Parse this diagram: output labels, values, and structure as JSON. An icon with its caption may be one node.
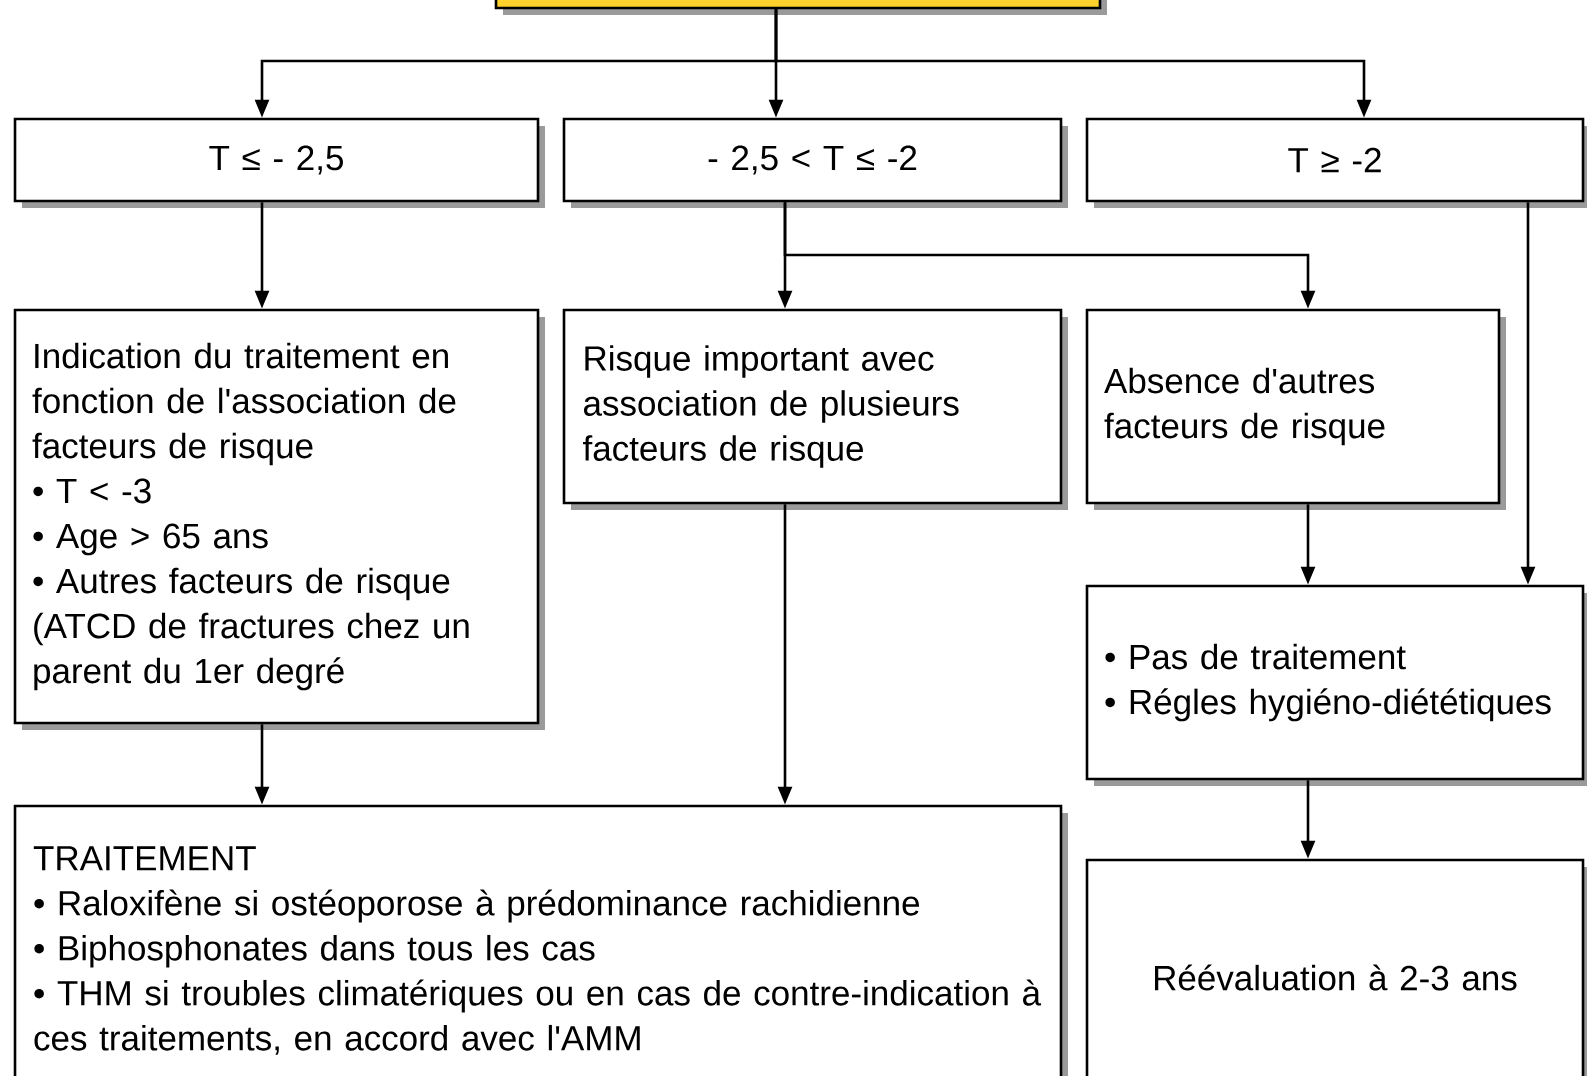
{
  "diagram": {
    "nodes": [
      {
        "text": [],
        "shape": "box"
      },
      {
        "text": [
          "T ≤ - 2,5"
        ]
      },
      {
        "text": [
          "- 2,5 < T ≤ -2"
        ]
      },
      {
        "text": [
          "T ≥ -2"
        ]
      },
      {
        "text": [
          "Indication du traitement en fonction de l'association de facteurs de risque",
          "• T < -3",
          "• Age > 65 ans",
          "• Autres facteurs de risque (ATCD de fractures chez un parent du 1er degré"
        ]
      },
      {
        "text": [
          "Risque important avec association de plusieurs facteurs de risque"
        ]
      },
      {
        "text": [
          "Absence d'autres facteurs de risque"
        ]
      },
      {
        "text": [
          "• Pas de traitement",
          "• Régles hygiéno-diététiques"
        ]
      },
      {
        "text": [
          "TRAITEMENT",
          "• Raloxifène si ostéoporose à prédominance rachidienne",
          "• Biphosphonates dans tous les cas",
          "• THM si troubles climatériques ou en cas de contre-indication à ces traitements, en accord avec l'AMM"
        ]
      },
      {
        "text": [
          "Réévaluation à 2-3 ans"
        ]
      }
    ],
    "edges": [
      {
        "from": 0,
        "to": 1,
        "arrow": "to"
      },
      {
        "from": 0,
        "to": 2,
        "arrow": "to"
      },
      {
        "from": 0,
        "to": 3,
        "arrow": "to"
      },
      {
        "from": 1,
        "to": 4,
        "arrow": "to"
      },
      {
        "from": 2,
        "to": 5,
        "arrow": "to"
      },
      {
        "from": 2,
        "to": 6,
        "arrow": "to"
      },
      {
        "from": 3,
        "to": 7,
        "arrow": "to"
      },
      {
        "from": 6,
        "to": 7,
        "arrow": "to"
      },
      {
        "from": 4,
        "to": 8,
        "arrow": "to"
      },
      {
        "from": 5,
        "to": 8,
        "arrow": "to"
      },
      {
        "from": 7,
        "to": 9,
        "arrow": "to"
      }
    ]
  }
}
